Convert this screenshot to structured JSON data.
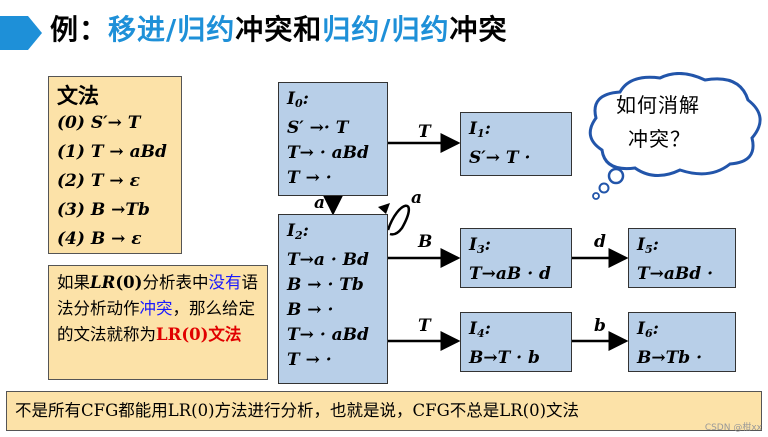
{
  "title": {
    "prefix": "例：",
    "part1": "移进/归约",
    "part2": "冲突和",
    "part3": "归约/归约",
    "part4": "冲突"
  },
  "grammar": {
    "heading": "文法",
    "rules": [
      "(0) S′→ T",
      "(1) T → aBd",
      "(2) T → ε",
      "(3) B →Tb",
      "(4) B → ε"
    ]
  },
  "note": {
    "seg1": "如果",
    "lr0a": "LR",
    "lr0b": "(0)",
    "seg2": "分析表中",
    "seg3": "没有",
    "seg4": "语法分析动作",
    "seg5": "冲突",
    "seg6": "，那么给定的文法就称为",
    "seg7": "LR(0)文法"
  },
  "states": {
    "I0": {
      "name": "I",
      "sub": "0",
      "items": [
        "S′ →· T",
        "T→ · aBd",
        "T → ·"
      ]
    },
    "I1": {
      "name": "I",
      "sub": "1",
      "items": [
        "S′→ T ·"
      ]
    },
    "I2": {
      "name": "I",
      "sub": "2",
      "items": [
        "T→a · Bd",
        "B → · Tb",
        "B → ·",
        "T→ · aBd",
        "T → ·"
      ]
    },
    "I3": {
      "name": "I",
      "sub": "3",
      "items": [
        "T→aB · d"
      ]
    },
    "I4": {
      "name": "I",
      "sub": "4",
      "items": [
        "B→T · b"
      ]
    },
    "I5": {
      "name": "I",
      "sub": "5",
      "items": [
        "T→aBd ·"
      ]
    },
    "I6": {
      "name": "I",
      "sub": "6",
      "items": [
        "B→Tb ·"
      ]
    }
  },
  "edges": {
    "I0_I1": "T",
    "I0_I2": "a",
    "I2_self": "a",
    "I2_I3": "B",
    "I2_I4": "T",
    "I3_I5": "d",
    "I4_I6": "b"
  },
  "cloud": {
    "line1": "如何消解",
    "line2": "冲突？"
  },
  "bottom": "不是所有CFG都能用LR(0)方法进行分析，也就是说，CFG不总是LR(0)文法",
  "watermark": "CSDN @柑xx",
  "colors": {
    "accent": "#1e90d8",
    "box_fill": "#fce2a8",
    "state_fill": "#b8cfe8",
    "red": "#e00000",
    "blue": "#1a1aff"
  }
}
